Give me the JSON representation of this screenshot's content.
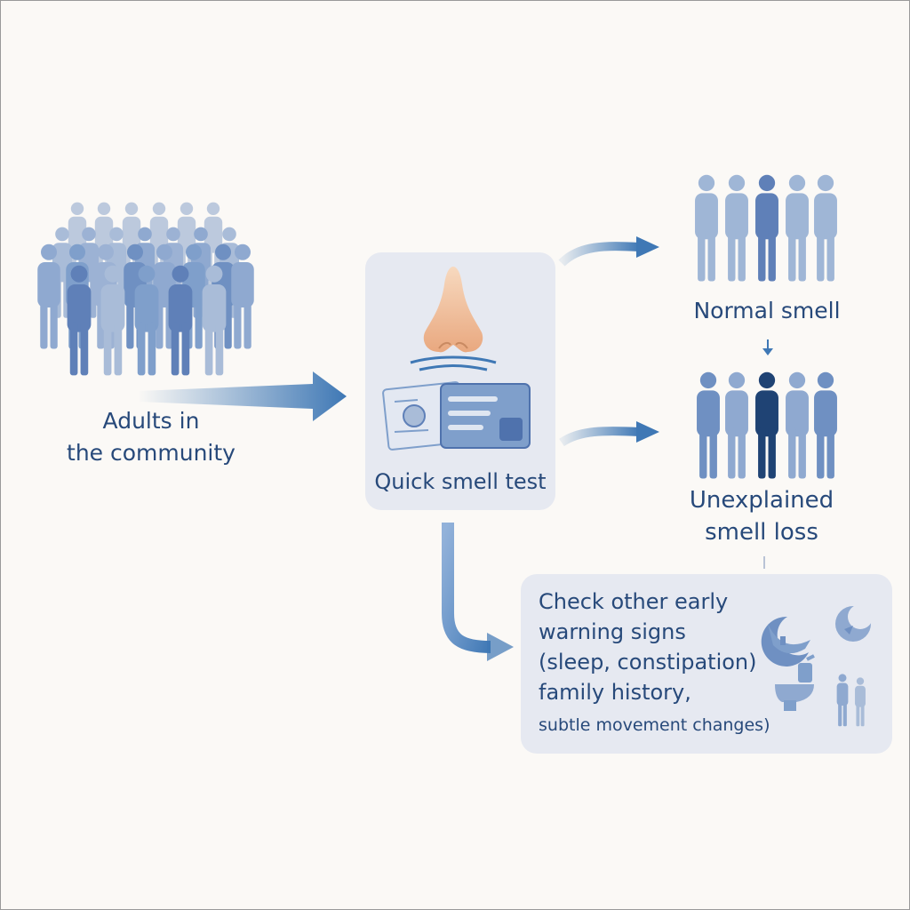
{
  "population": {
    "label_line1": "Adults in",
    "label_line2": "the community"
  },
  "test": {
    "label": "Quick smell test"
  },
  "outcomes": {
    "normal": {
      "label": "Normal smell"
    },
    "loss": {
      "label_line1": "Unexplained",
      "label_line2": "smell loss"
    }
  },
  "followup": {
    "line1": "Check other early",
    "line2": "warning signs",
    "line3": "(sleep, constipation)",
    "line4": "family history,",
    "line5": "subtle movement changes)"
  },
  "colors": {
    "text": "#27497a",
    "arrow": "#3f78b5",
    "panel": "#e6e9f1",
    "person_light": "#a9bcd8",
    "person_mid": "#7f9fcb",
    "person_dark": "#4f72ad",
    "person_highlight": "#1f4374",
    "nose": "#f2c4a0"
  },
  "icons": [
    "crowd-icon",
    "nose-icon",
    "smell-test-card-icon",
    "people-group-icon",
    "sleep-icon",
    "toilet-icon",
    "family-icon"
  ]
}
